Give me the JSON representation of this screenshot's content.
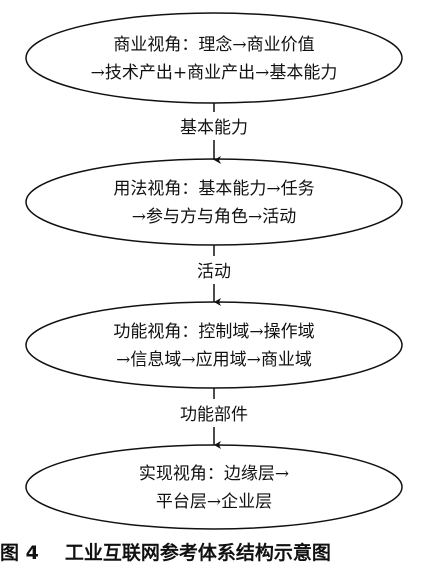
{
  "nodes": [
    {
      "line1": "商业视角：理念→商业价值",
      "line2": "→技术产出+商业产出→基本能力"
    },
    {
      "line1": "用法视角：基本能力→任务",
      "line2": "→参与方与角色→活动"
    },
    {
      "line1": "功能视角：控制域→操作域",
      "line2": "→信息域→应用域→商业域"
    },
    {
      "line1": "实现视角：边缘层→",
      "line2": "平台层→企业层"
    }
  ],
  "edges": [
    {
      "label": "基本能力"
    },
    {
      "label": "活动"
    },
    {
      "label": "功能部件"
    }
  ],
  "caption": {
    "number": "图 4",
    "title": "工业互联网参考体系结构示意图"
  }
}
